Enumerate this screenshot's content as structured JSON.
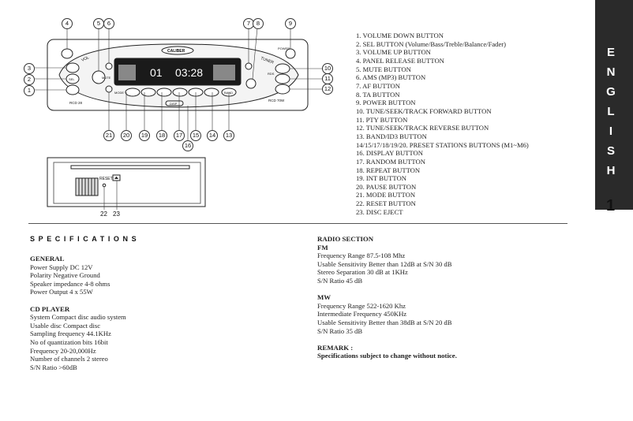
{
  "side_tab": {
    "letters": [
      "E",
      "N",
      "G",
      "L",
      "I",
      "S",
      "H"
    ]
  },
  "page_number": "1",
  "diagram": {
    "brand": "CALIBER",
    "display": {
      "track": "01",
      "time": "03:28"
    },
    "text": {
      "vol": "VOL",
      "tuner": "TUNER",
      "mute": "MUTE",
      "power": "POWER",
      "rds": "RDS",
      "mode": "MODE",
      "disp": "DISP",
      "band": "BAND",
      "model_left": "RCD 28",
      "model_right": "RCD 70W",
      "sel": "SEL",
      "reset": "RESET"
    },
    "callouts": [
      "1",
      "2",
      "3",
      "4",
      "5",
      "6",
      "7",
      "8",
      "9",
      "10",
      "11",
      "12",
      "13",
      "14",
      "15",
      "16",
      "17",
      "18",
      "19",
      "20",
      "21",
      "22",
      "23"
    ]
  },
  "legend": [
    "1. VOLUME DOWN BUTTON",
    "2. SEL BUTTON (Volume/Bass/Treble/Balance/Fader)",
    "3. VOLUME UP BUTTON",
    "4. PANEL RELEASE BUTTON",
    "5. MUTE BUTTON",
    "6. AMS (MP3) BUTTON",
    "7. AF BUTTON",
    "8. TA BUTTON",
    "9. POWER BUTTON",
    "10. TUNE/SEEK/TRACK FORWARD BUTTON",
    "11. PTY BUTTON",
    "12. TUNE/SEEK/TRACK REVERSE BUTTON",
    "13. BAND/ID3 BUTTON",
    "14/15/17/18/19/20. PRESET STATIONS BUTTONS (M1~M6)",
    "16. DISPLAY BUTTON",
    "17. RANDOM BUTTON",
    "18. REPEAT BUTTON",
    "19. INT BUTTON",
    "20. PAUSE BUTTON",
    "21. MODE BUTTON",
    "22. RESET BUTTON",
    "23. DISC EJECT"
  ],
  "specs": {
    "title": "SPECIFICATIONS",
    "general": {
      "heading": "GENERAL",
      "lines": [
        "Power Supply  DC 12V",
        "Polarity Negative Ground",
        "Speaker impedance  4-8 ohms",
        "Power Output 4 x 55W"
      ]
    },
    "cd": {
      "heading": "CD PLAYER",
      "lines": [
        "System Compact disc audio system",
        "Usable disc Compact disc",
        "Sampling frequency 44.1KHz",
        "No of quantization bits 16bit",
        "Frequency 20-20,000Hz",
        "Number of channels 2 stereo",
        "S/N Ratio >60dB"
      ]
    },
    "radio": {
      "heading": "RADIO SECTION",
      "fm": {
        "heading": "FM",
        "lines": [
          "Frequency Range 87.5-108 Mhz",
          "Usable Sensitivity Better than 12dB at S/N 30 dB",
          "Stereo Separation 30 dB at 1KHz",
          "S/N Ratio 45 dB"
        ]
      },
      "mw": {
        "heading": "MW",
        "lines": [
          "Frequency Range 522-1620 Khz",
          "Intermediate Frequency  450KHz",
          "Usable Sensitivity Better than 38dB at S/N 20 dB",
          "S/N Ratio 35 dB"
        ]
      }
    },
    "remark": {
      "heading": "REMARK :",
      "text": "Specifications subject to change without notice."
    }
  }
}
